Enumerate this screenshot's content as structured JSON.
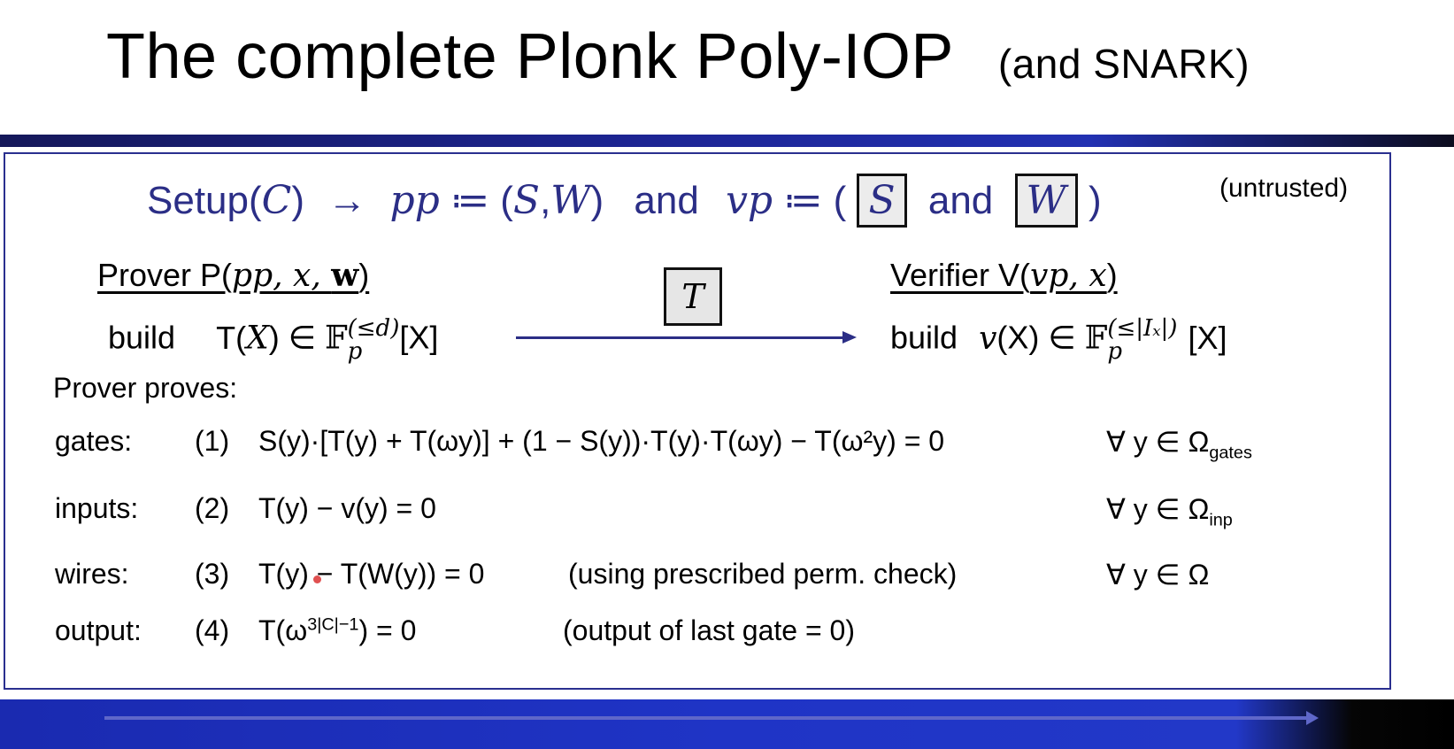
{
  "slide": {
    "title": "The complete Plonk Poly-IOP",
    "title_suffix": "(and SNARK)"
  },
  "setup": {
    "prefix": "Setup(",
    "C": "C",
    "close": ")",
    "arrow": "→",
    "pp": "pp",
    "assign1": "≔ (",
    "S": "S",
    "comma": ",",
    "W": "W",
    "close1": ")",
    "and1": "and",
    "vp": "vp",
    "assign2": "≔ (",
    "box_S": "S",
    "and2": "and",
    "box_W": "W",
    "close2": ")",
    "untrusted": "(untrusted)"
  },
  "prover": {
    "heading_prefix": "Prover P(",
    "heading_args": "pp, x, ",
    "heading_w": "w",
    "heading_close": ")",
    "build_word": "build",
    "build_T": "T(",
    "build_X": "X",
    "build_in": ") ∈ ",
    "field": "𝔽",
    "field_sub": "p",
    "field_sup": "(≤d)",
    "build_tail": "[X]"
  },
  "message": {
    "box": "T"
  },
  "verifier": {
    "heading_prefix": "Verifier V(",
    "heading_args": "vp, x",
    "heading_close": ")",
    "build_word": "build",
    "build_v": "v",
    "build_X": "(X) ∈ ",
    "field": "𝔽",
    "field_sub": "p",
    "field_sup": "(≤|Iₓ|)",
    "build_tail": "[X]"
  },
  "proves": "Prover proves:",
  "constraints": [
    {
      "label": "gates:",
      "num": "(1)",
      "eq": "S(y)·[T(y) + T(ωy)]  + (1 − S(y))·T(y)·T(ωy) − T(ω²y) = 0",
      "note": "",
      "forall": "∀ y ∈ Ω",
      "forall_sub": "gates"
    },
    {
      "label": "inputs:",
      "num": "(2)",
      "eq": "T(y) − v(y) = 0",
      "note": "",
      "forall": "∀ y ∈ Ω",
      "forall_sub": "inp"
    },
    {
      "label": "wires:",
      "num": "(3)",
      "eq": "T(y) − T(W(y)) = 0",
      "note": "(using prescribed perm. check)",
      "forall": "∀ y ∈ Ω",
      "forall_sub": ""
    },
    {
      "label": "output:",
      "num": "(4)",
      "eq_prefix": "T(ω",
      "eq_sup": "3|C|−1",
      "eq_suffix": ") = 0",
      "note": "(output of last gate = 0)",
      "forall": "",
      "forall_sub": ""
    }
  ],
  "colors": {
    "accent": "#2b2e86",
    "bar_blue": "#1f34c6",
    "frame": "#2a2f8f"
  }
}
